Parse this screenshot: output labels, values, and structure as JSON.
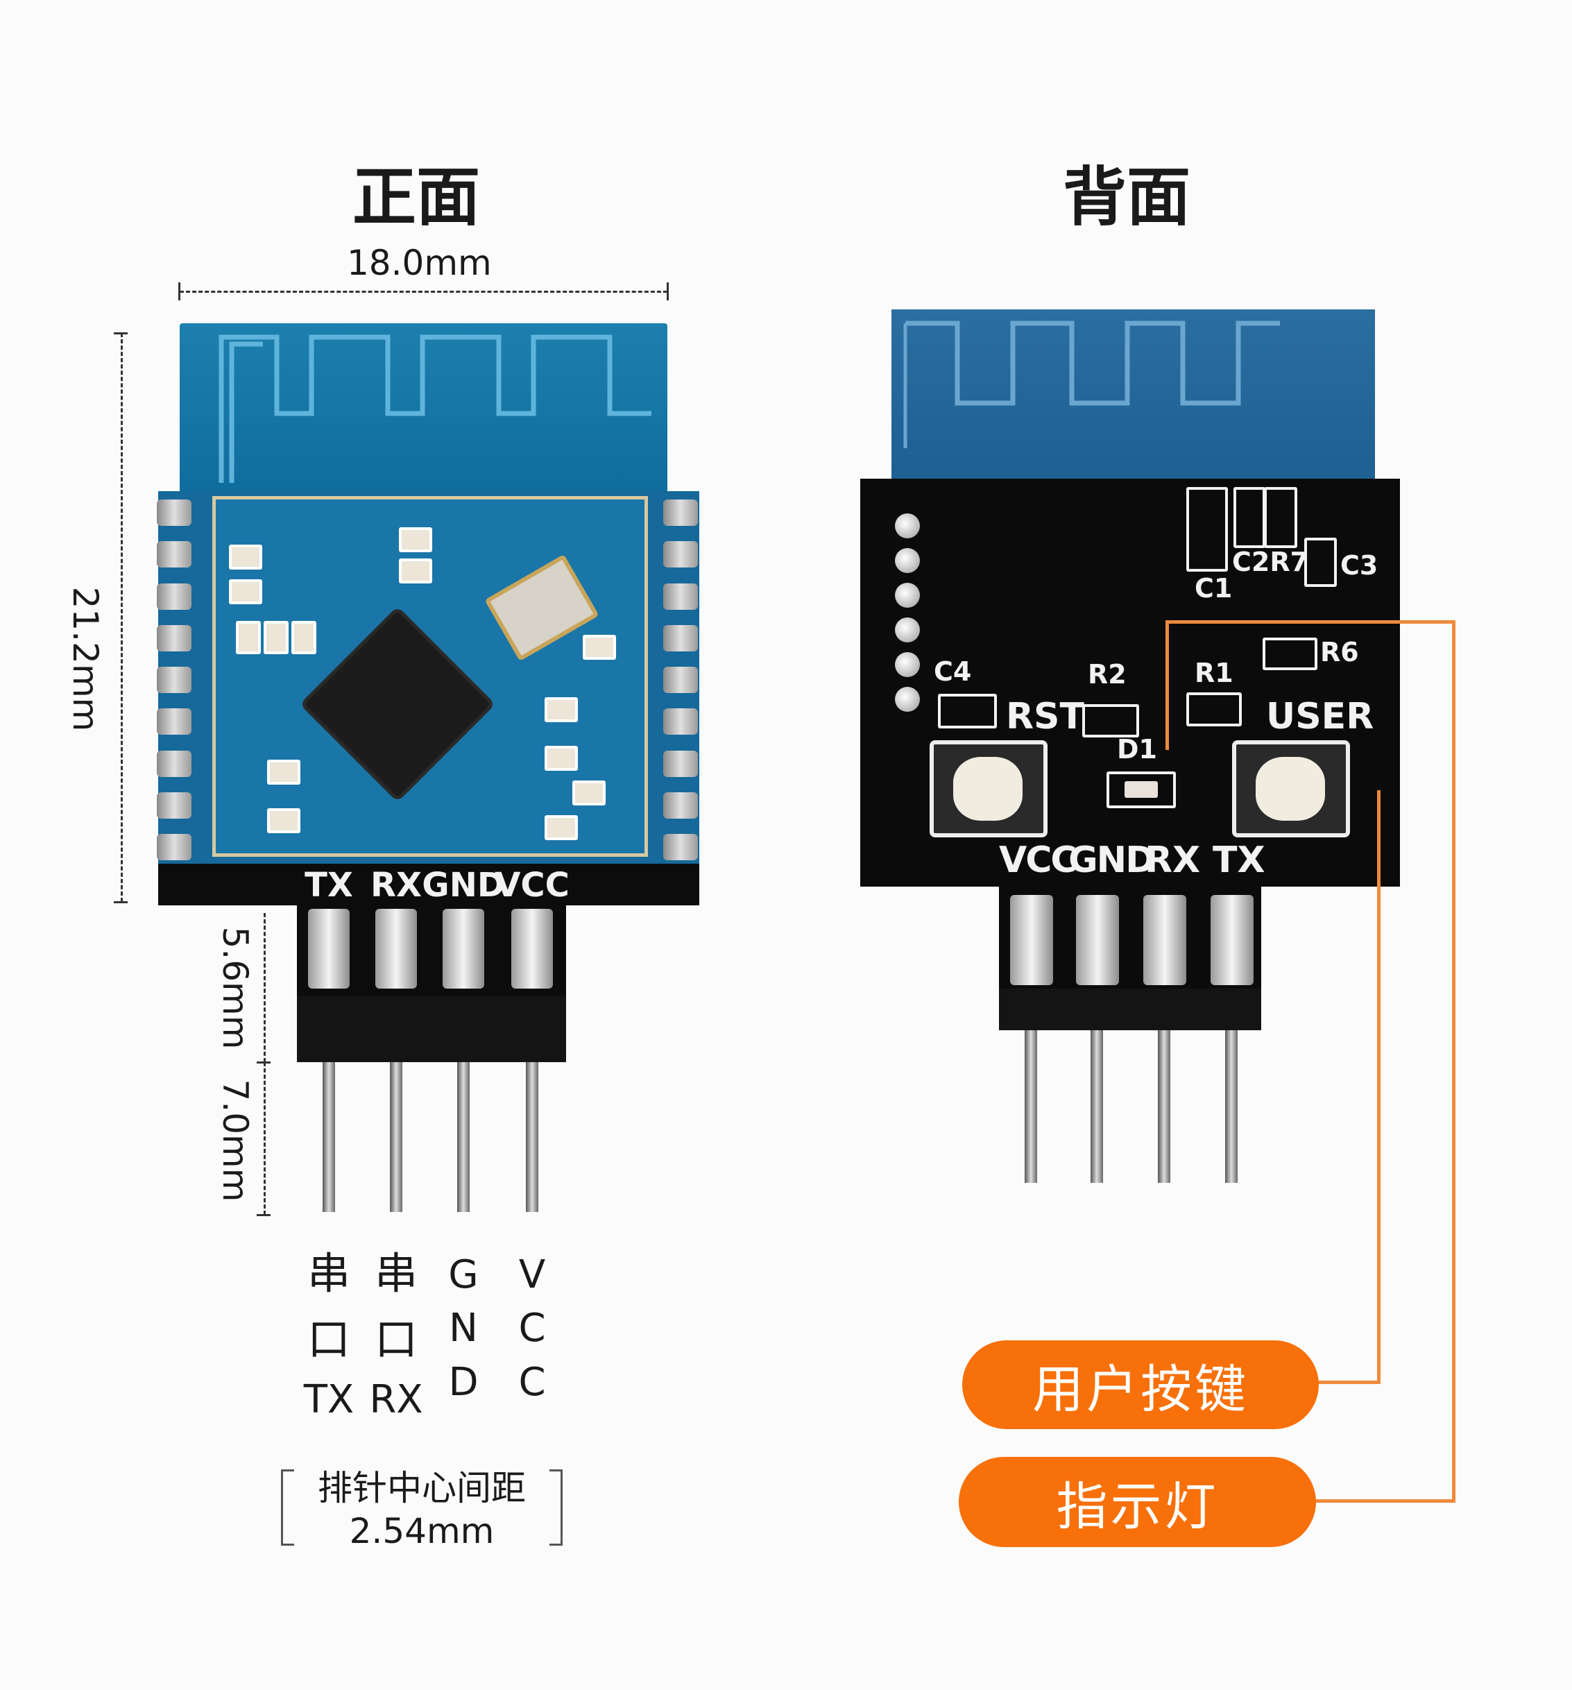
{
  "front": {
    "title": "正面",
    "width_label": "18.0mm",
    "height_label": "21.2mm",
    "header_label": "5.6mm",
    "pin_label": "7.0mm",
    "silkscreen_pins": [
      "TX",
      "RX",
      "GND",
      "VCC"
    ],
    "pin_names": [
      {
        "line1": "串",
        "line2": "口",
        "line3": "TX"
      },
      {
        "line1": "串",
        "line2": "口",
        "line3": "RX"
      },
      {
        "line1": "G",
        "line2": "N",
        "line3": "D"
      },
      {
        "line1": "V",
        "line2": "C",
        "line3": "C"
      }
    ],
    "pitch_note": {
      "line1": "排针中心间距",
      "line2": "2.54mm"
    }
  },
  "back": {
    "title": "背面",
    "silkscreen": {
      "c1": "C1",
      "c2r7": "C2R7",
      "c3": "C3",
      "c4": "C4",
      "r1": "R1",
      "r2": "R2",
      "r6": "R6",
      "d1": "D1",
      "rst": "RST",
      "user": "USER",
      "pins": [
        "VCC",
        "GND",
        "RX",
        "TX"
      ]
    },
    "callouts": {
      "user_button": "用户按键",
      "indicator": "指示灯"
    }
  },
  "colors": {
    "accent": "#f7700a",
    "callout_line": "#ee8a3c"
  }
}
